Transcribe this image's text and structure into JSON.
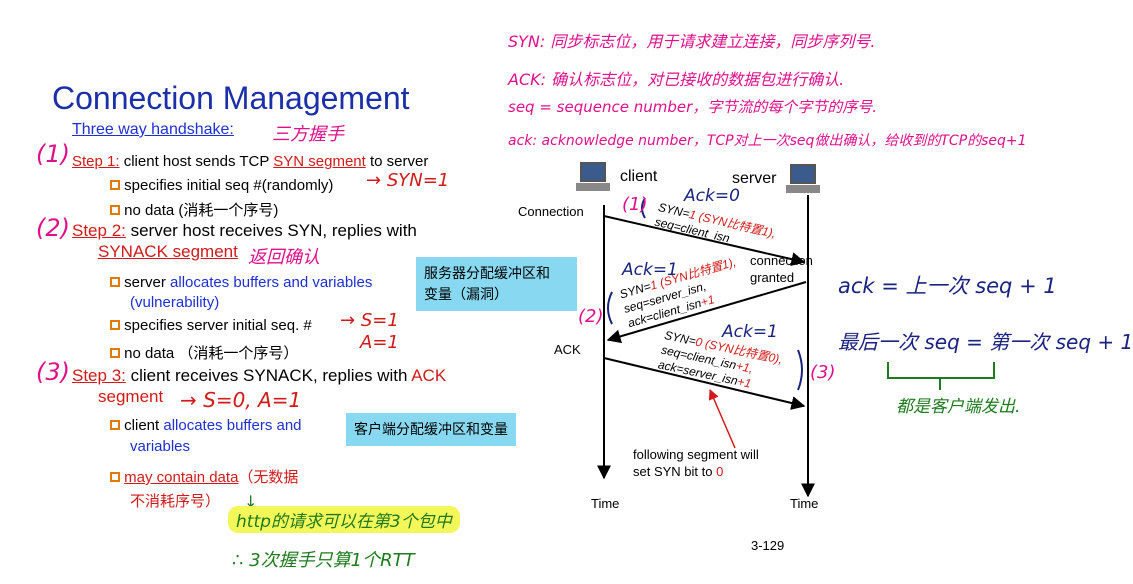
{
  "slide": {
    "title": "Connection Management",
    "subtitle": "Three way handshake:",
    "subtitle_note": "三方握手",
    "page_number": "3-129"
  },
  "legend_notes": {
    "syn": "SYN: 同步标志位，用于请求建立连接，同步序列号.",
    "ack": "ACK: 确认标志位，对已接收的数据包进行确认.",
    "seq": "seq = sequence number，字节流的每个字节的序号.",
    "ack_num": "ack: acknowledge number，TCP对上一次seq做出确认，给收到的TCP的seq+1"
  },
  "steps": {
    "step1_marker": "1",
    "step1_label": "Step 1:",
    "step1_text_a": " client host sends TCP ",
    "step1_highlight": "SYN  segment",
    "step1_text_b": " to server",
    "step1_b1": "specifies initial seq #(randomly)",
    "step1_b1_note": "SYN=1",
    "step1_b2": "no data (消耗一个序号)",
    "step2_marker": "2",
    "step2_label": "Step 2:",
    "step2_text": " server host receives SYN,  replies with",
    "step2_highlight": "SYNACK segment",
    "step2_note": "返回确认",
    "step2_b1_a": "server ",
    "step2_b1_blue": "allocates buffers and  variables",
    "step2_b1_b": "(vulnerability)",
    "step2_box": "服务器分配缓冲区和\n变量（漏洞）",
    "step2_b2": "specifies server initial seq. #",
    "step2_b2_note1": "S=1",
    "step2_b2_note2": "A=1",
    "step2_b3": "no data  （消耗一个序号）",
    "step3_marker": "3",
    "step3_label": "Step 3:",
    "step3_text": " client receives SYNACK,  replies with ",
    "step3_highlight": "ACK",
    "step3_segment": "segment",
    "step3_note": "S=0, A=1",
    "step3_b1_a": "client ",
    "step3_b1_blue": "allocates buffers and",
    "step3_b1_b": "variables",
    "step3_box": "客户端分配缓冲区和变量",
    "step3_b2_red": "may contain data",
    "step3_b2_rest": "（无数据",
    "step3_b2_line2": "不消耗序号）",
    "http_note": "http的请求可以在第3个包中",
    "rtt_note": "∴ 3次握手只算1个RTT"
  },
  "diagram": {
    "client_label": "client",
    "server_label": "server",
    "connection_label": "Connection",
    "connection_granted": "connection\ngranted",
    "ack_label": "ACK",
    "time_left": "Time",
    "time_right": "Time",
    "following_note": "following segment will\nset SYN bit to ",
    "following_zero": "0",
    "msg1_marker": "1",
    "msg1_hand": "Ack=0",
    "msg1_line1_a": "SYN=",
    "msg1_line1_b": "1 (SYN比特置1),",
    "msg1_line2": "seq=client_isn",
    "msg2_hand": "Ack=1",
    "msg2_marker": "2",
    "msg2_line1_a": "SYN=",
    "msg2_line1_b": "1 (SYN比特置1),",
    "msg2_line2": "seq=server_isn,",
    "msg2_line3_a": "ack=client_isn",
    "msg2_line3_b": "+1",
    "msg3_hand": "Ack=1",
    "msg3_marker": "3",
    "msg3_line1_a": "SYN=",
    "msg3_line1_b": "0 (SYN比特置0),",
    "msg3_line2_a": "seq=client_isn",
    "msg3_line2_b": "+1,",
    "msg3_line3_a": "ack=server_isn",
    "msg3_line3_b": "+1"
  },
  "right_notes": {
    "ack_formula": "ack = 上一次 seq + 1",
    "seq_formula": "最后一次 seq = 第一次 seq + 1",
    "seq_note": "都是客户端发出."
  },
  "colors": {
    "title": "#1b2fa8",
    "handwriting_pink": "#e0108a",
    "handwriting_navy": "#1a237e",
    "red_text": "#d11a1a",
    "cyan_box": "#87d8f0",
    "bullet_orange": "#e07b00",
    "green_note": "#1f7a1f",
    "highlight_yellow": "#f4f75a"
  },
  "icons": [
    "computer-icon-client",
    "computer-icon-server"
  ]
}
